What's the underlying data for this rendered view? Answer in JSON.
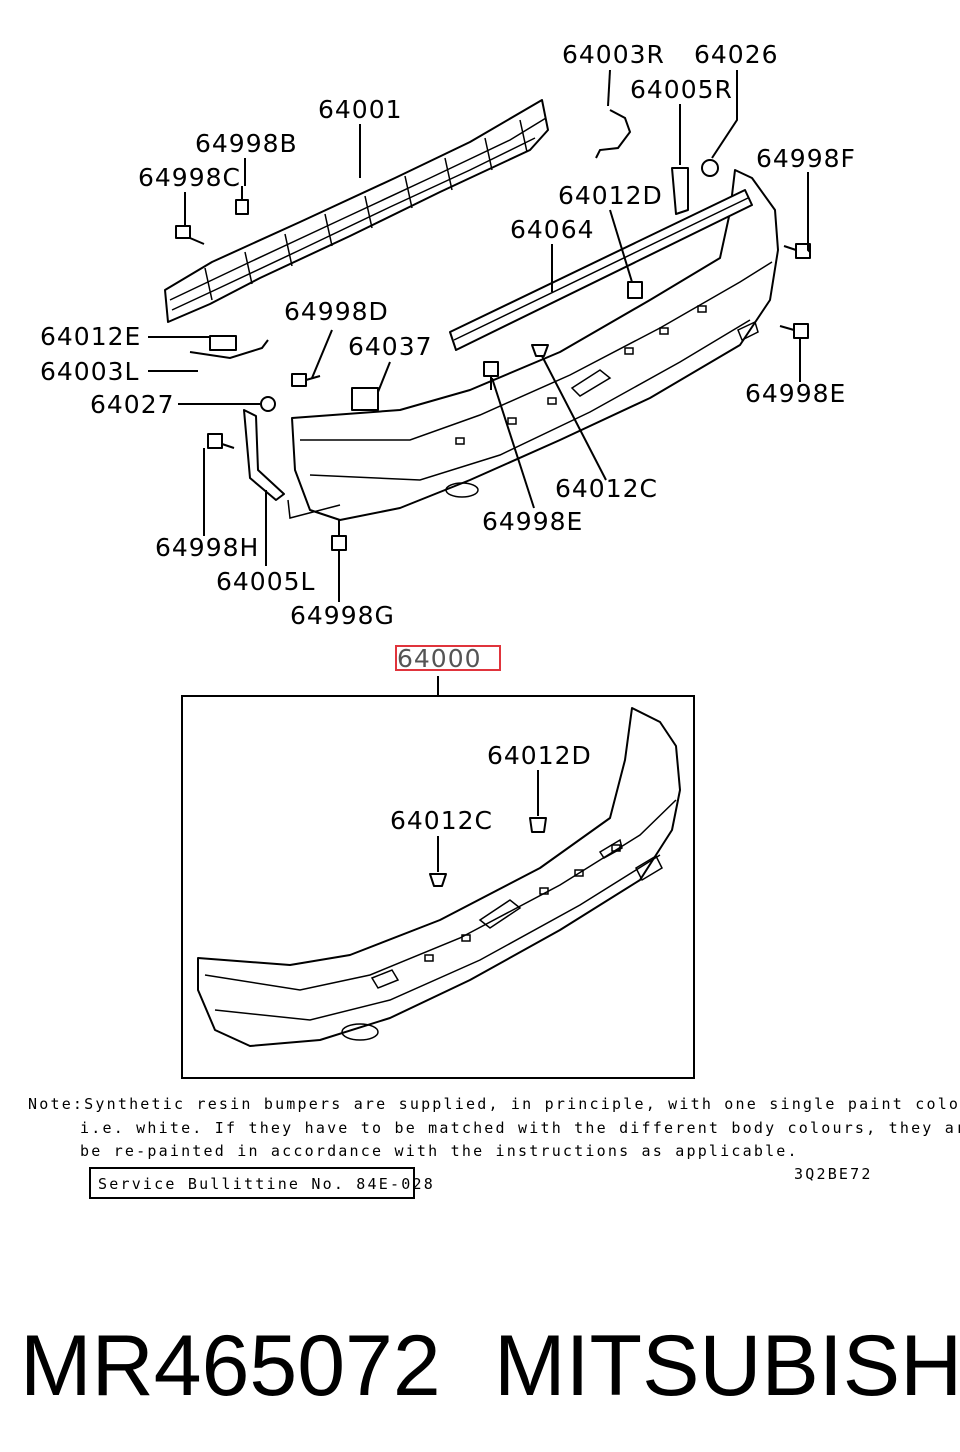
{
  "diagram": {
    "part_labels": {
      "p64003R": "64003R",
      "p64026": "64026",
      "p64005R": "64005R",
      "p64001": "64001",
      "p64998B": "64998B",
      "p64998C": "64998C",
      "p64998F": "64998F",
      "p64012D": "64012D",
      "p64064": "64064",
      "p64998D": "64998D",
      "p64012E": "64012E",
      "p64037": "64037",
      "p64003L": "64003L",
      "p64027": "64027",
      "p64998E_right": "64998E",
      "p64012C": "64012C",
      "p64998E_center": "64998E",
      "p64998H": "64998H",
      "p64005L": "64005L",
      "p64998G": "64998G",
      "p64000": "64000",
      "p64012D_inset": "64012D",
      "p64012C_inset": "64012C"
    },
    "highlighted_part": "64000",
    "highlight_color": "#e0343c",
    "note_lines": [
      "Note:Synthetic resin bumpers are supplied, in principle, with one single paint colour",
      "i.e. white. If they have to be matched with the different body colours, they are to",
      "be re-painted in accordance with the instructions as applicable."
    ],
    "service_bulletin": "Service Bullittine No. 84E-028",
    "diagram_code": "3Q2BE72"
  },
  "footer": {
    "part_number": "MR465072",
    "brand": "MITSUBISHI"
  }
}
